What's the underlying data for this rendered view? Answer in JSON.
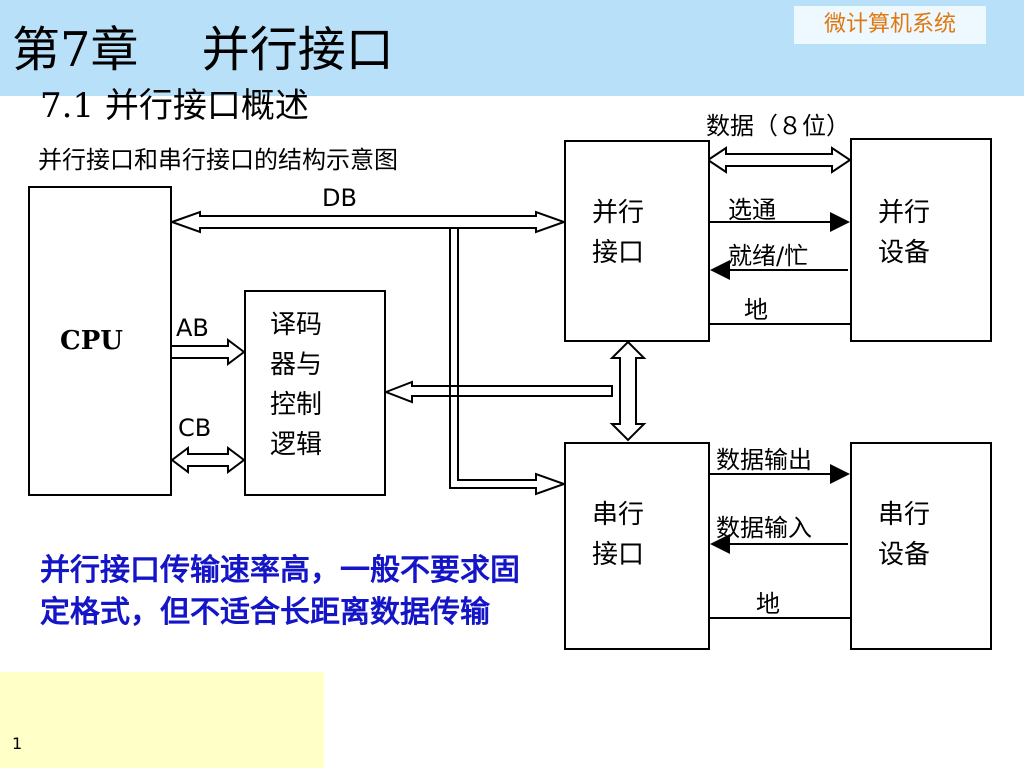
{
  "header": {
    "chapter_title": "第7章　 并行接口",
    "course_tag": "微计算机系统"
  },
  "section_title": "7.1 并行接口概述",
  "caption": "并行接口和串行接口的结构示意图",
  "diagram": {
    "cpu": "CPU",
    "decoder": [
      "译码",
      "器与",
      "控制",
      "逻辑"
    ],
    "parallel_interface": [
      "并行",
      "接口"
    ],
    "serial_interface": [
      "串行",
      "接口"
    ],
    "parallel_device": [
      "并行",
      "设备"
    ],
    "serial_device": [
      "串行",
      "设备"
    ],
    "bus_labels": {
      "db": "DB",
      "ab": "AB",
      "cb": "CB"
    },
    "parallel_signals": {
      "data": "数据（８位）",
      "strobe": "选通",
      "ready_busy": "就绪/忙",
      "ground": "地"
    },
    "serial_signals": {
      "data_out": "数据输出",
      "data_in": "数据输入",
      "ground": "地"
    }
  },
  "note": "并行接口传输速率高，一般不要求固定格式，但不适合长距离数据传输",
  "page_number": "1"
}
